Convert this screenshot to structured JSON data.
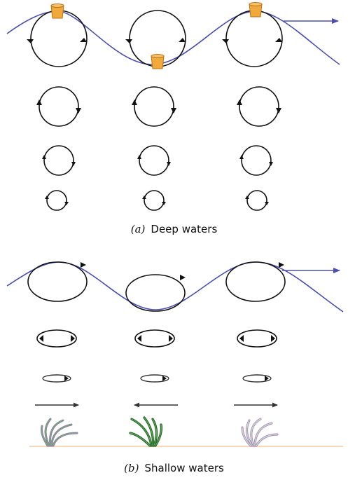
{
  "colors": {
    "wave": "#4a4fb0",
    "orbit": "#111111",
    "float_fill": "#f2a93b",
    "float_stroke": "#b87416",
    "seabed": "#f5d9b8",
    "seagrass_dark": "#1f5c1f",
    "seagrass_light": "#7fc47f",
    "seagrass_outline": "#a86bc4"
  },
  "panels": [
    {
      "id": "deep",
      "tag": "a",
      "title": "Deep waters",
      "orbit_rows": [
        {
          "shape": "circle",
          "relative_size": 1.0
        },
        {
          "shape": "circle",
          "relative_size": 0.73
        },
        {
          "shape": "circle",
          "relative_size": 0.53
        },
        {
          "shape": "circle",
          "relative_size": 0.35
        }
      ],
      "floats_on_wave": 3,
      "has_propagation_arrow": true
    },
    {
      "id": "shallow",
      "tag": "b",
      "title": "Shallow waters",
      "orbit_rows": [
        {
          "shape": "ellipse",
          "relative_width": 1.0,
          "relative_height": 1.0
        },
        {
          "shape": "ellipse",
          "relative_width": 0.67,
          "relative_height": 0.42
        },
        {
          "shape": "ellipse",
          "relative_width": 0.5,
          "relative_height": 0.2
        },
        {
          "shape": "arrow",
          "directions": [
            "right",
            "left",
            "right"
          ]
        }
      ],
      "seagrass_states": [
        "bent-right",
        "bent-left",
        "bent-right"
      ],
      "has_propagation_arrow": true
    }
  ]
}
